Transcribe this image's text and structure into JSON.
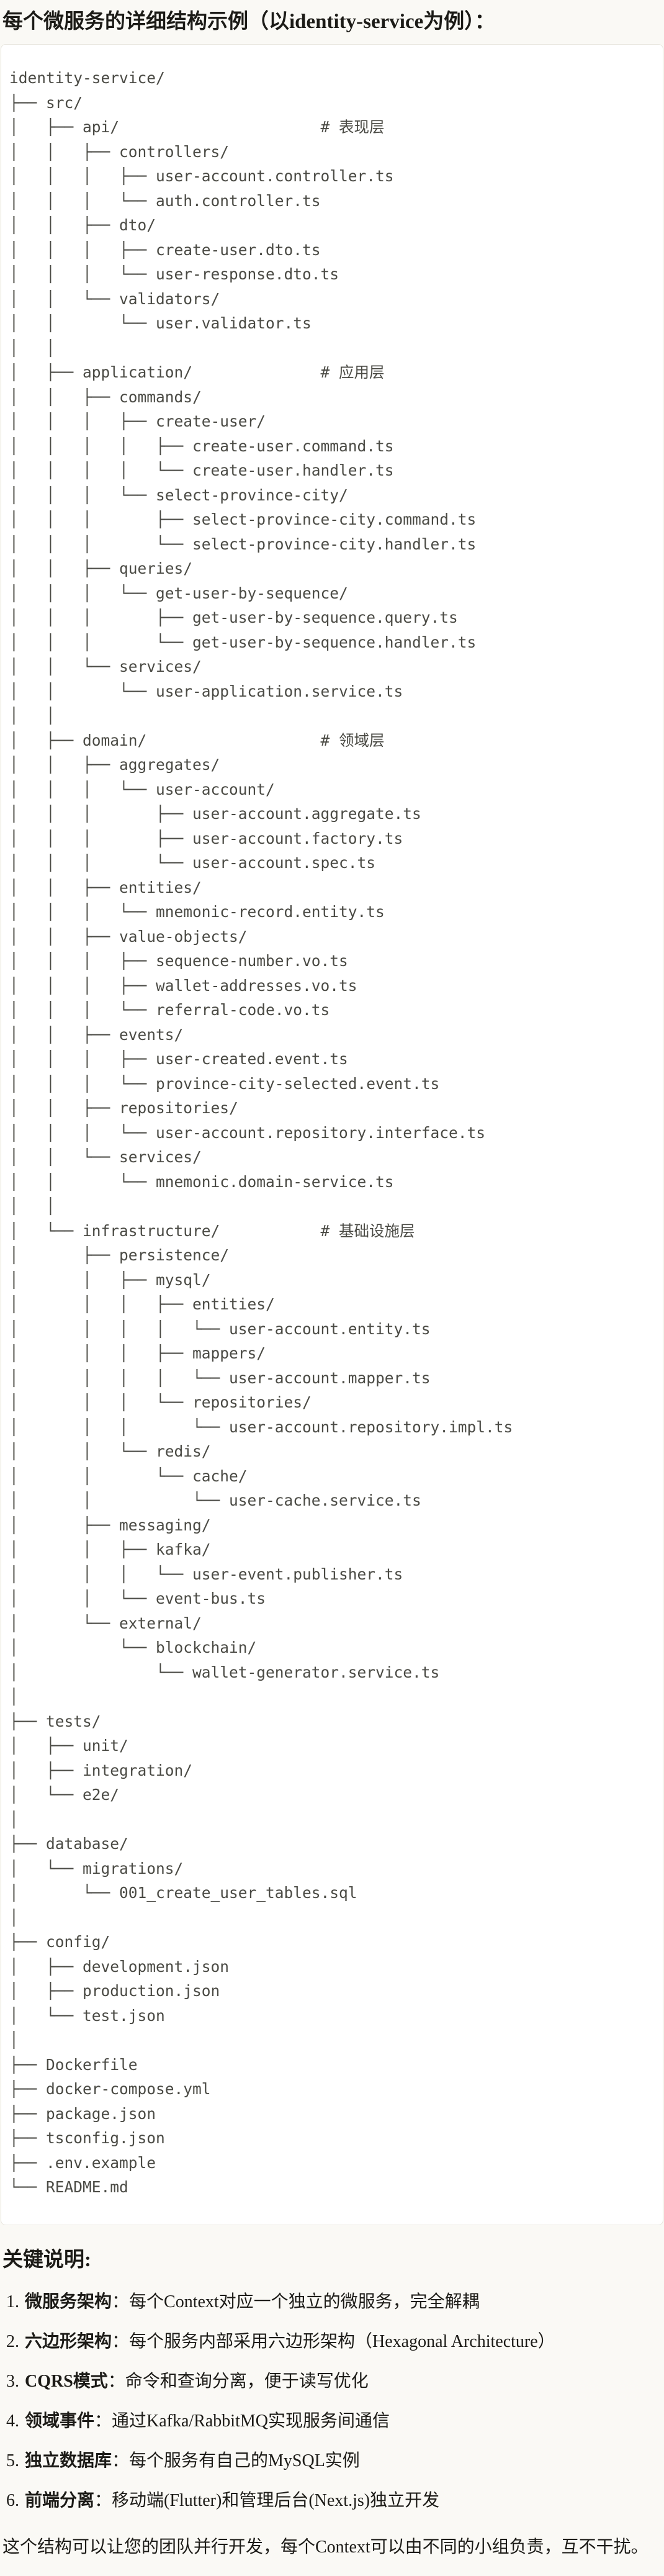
{
  "colors": {
    "page_bg": "#faf9f5",
    "code_bg": "#ffffff",
    "code_border": "#e8e6de",
    "code_text": "#4a4a44",
    "text_main": "#1c1b17"
  },
  "title": "每个微服务的详细结构示例（以identity-service为例）：",
  "code_block": {
    "lines": [
      "identity-service/",
      "├── src/",
      "│   ├── api/                      # 表现层",
      "│   │   ├── controllers/",
      "│   │   │   ├── user-account.controller.ts",
      "│   │   │   └── auth.controller.ts",
      "│   │   ├── dto/",
      "│   │   │   ├── create-user.dto.ts",
      "│   │   │   └── user-response.dto.ts",
      "│   │   └── validators/",
      "│   │       └── user.validator.ts",
      "│   │",
      "│   ├── application/              # 应用层",
      "│   │   ├── commands/",
      "│   │   │   ├── create-user/",
      "│   │   │   │   ├── create-user.command.ts",
      "│   │   │   │   └── create-user.handler.ts",
      "│   │   │   └── select-province-city/",
      "│   │   │       ├── select-province-city.command.ts",
      "│   │   │       └── select-province-city.handler.ts",
      "│   │   ├── queries/",
      "│   │   │   └── get-user-by-sequence/",
      "│   │   │       ├── get-user-by-sequence.query.ts",
      "│   │   │       └── get-user-by-sequence.handler.ts",
      "│   │   └── services/",
      "│   │       └── user-application.service.ts",
      "│   │",
      "│   ├── domain/                   # 领域层",
      "│   │   ├── aggregates/",
      "│   │   │   └── user-account/",
      "│   │   │       ├── user-account.aggregate.ts",
      "│   │   │       ├── user-account.factory.ts",
      "│   │   │       └── user-account.spec.ts",
      "│   │   ├── entities/",
      "│   │   │   └── mnemonic-record.entity.ts",
      "│   │   ├── value-objects/",
      "│   │   │   ├── sequence-number.vo.ts",
      "│   │   │   ├── wallet-addresses.vo.ts",
      "│   │   │   └── referral-code.vo.ts",
      "│   │   ├── events/",
      "│   │   │   ├── user-created.event.ts",
      "│   │   │   └── province-city-selected.event.ts",
      "│   │   ├── repositories/",
      "│   │   │   └── user-account.repository.interface.ts",
      "│   │   └── services/",
      "│   │       └── mnemonic.domain-service.ts",
      "│   │",
      "│   └── infrastructure/           # 基础设施层",
      "│       ├── persistence/",
      "│       │   ├── mysql/",
      "│       │   │   ├── entities/",
      "│       │   │   │   └── user-account.entity.ts",
      "│       │   │   ├── mappers/",
      "│       │   │   │   └── user-account.mapper.ts",
      "│       │   │   └── repositories/",
      "│       │   │       └── user-account.repository.impl.ts",
      "│       │   └── redis/",
      "│       │       └── cache/",
      "│       │           └── user-cache.service.ts",
      "│       ├── messaging/",
      "│       │   ├── kafka/",
      "│       │   │   └── user-event.publisher.ts",
      "│       │   └── event-bus.ts",
      "│       └── external/",
      "│           └── blockchain/",
      "│               └── wallet-generator.service.ts",
      "│",
      "├── tests/",
      "│   ├── unit/",
      "│   ├── integration/",
      "│   └── e2e/",
      "│",
      "├── database/",
      "│   └── migrations/",
      "│       └── 001_create_user_tables.sql",
      "│",
      "├── config/",
      "│   ├── development.json",
      "│   ├── production.json",
      "│   └── test.json",
      "│",
      "├── Dockerfile",
      "├── docker-compose.yml",
      "├── package.json",
      "├── tsconfig.json",
      "├── .env.example",
      "└── README.md"
    ]
  },
  "notes_heading": "关键说明:",
  "notes": [
    {
      "num": "1.",
      "term": "微服务架构",
      "desc": "：每个Context对应一个独立的微服务，完全解耦"
    },
    {
      "num": "2.",
      "term": "六边形架构",
      "desc": "：每个服务内部采用六边形架构（Hexagonal Architecture）"
    },
    {
      "num": "3.",
      "term": "CQRS模式",
      "desc": "：命令和查询分离，便于读写优化"
    },
    {
      "num": "4.",
      "term": "领域事件",
      "desc": "：通过Kafka/RabbitMQ实现服务间通信"
    },
    {
      "num": "5.",
      "term": "独立数据库",
      "desc": "：每个服务有自己的MySQL实例"
    },
    {
      "num": "6.",
      "term": "前端分离",
      "desc": "：移动端(Flutter)和管理后台(Next.js)独立开发"
    }
  ],
  "closing": "这个结构可以让您的团队并行开发，每个Context可以由不同的小组负责，互不干扰。"
}
